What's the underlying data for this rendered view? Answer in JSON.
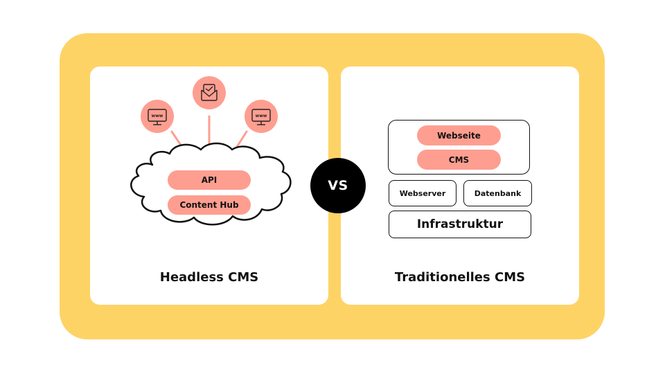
{
  "colors": {
    "frame": "#FED366",
    "accent": "#FE9E90",
    "ink": "#111111",
    "vs_bg": "#000000"
  },
  "headless": {
    "title": "Headless CMS",
    "icons": [
      {
        "name": "website-monitor-icon",
        "label": "www"
      },
      {
        "name": "mail-check-icon",
        "label": ""
      },
      {
        "name": "website-monitor-icon",
        "label": "www"
      }
    ],
    "cloud": {
      "layers": [
        "API",
        "Content Hub"
      ]
    }
  },
  "vs_label": "VS",
  "traditional": {
    "title": "Traditionelles CMS",
    "top_layers": [
      "Webseite",
      "CMS"
    ],
    "middle": [
      "Webserver",
      "Datenbank"
    ],
    "bottom": "Infrastruktur"
  }
}
